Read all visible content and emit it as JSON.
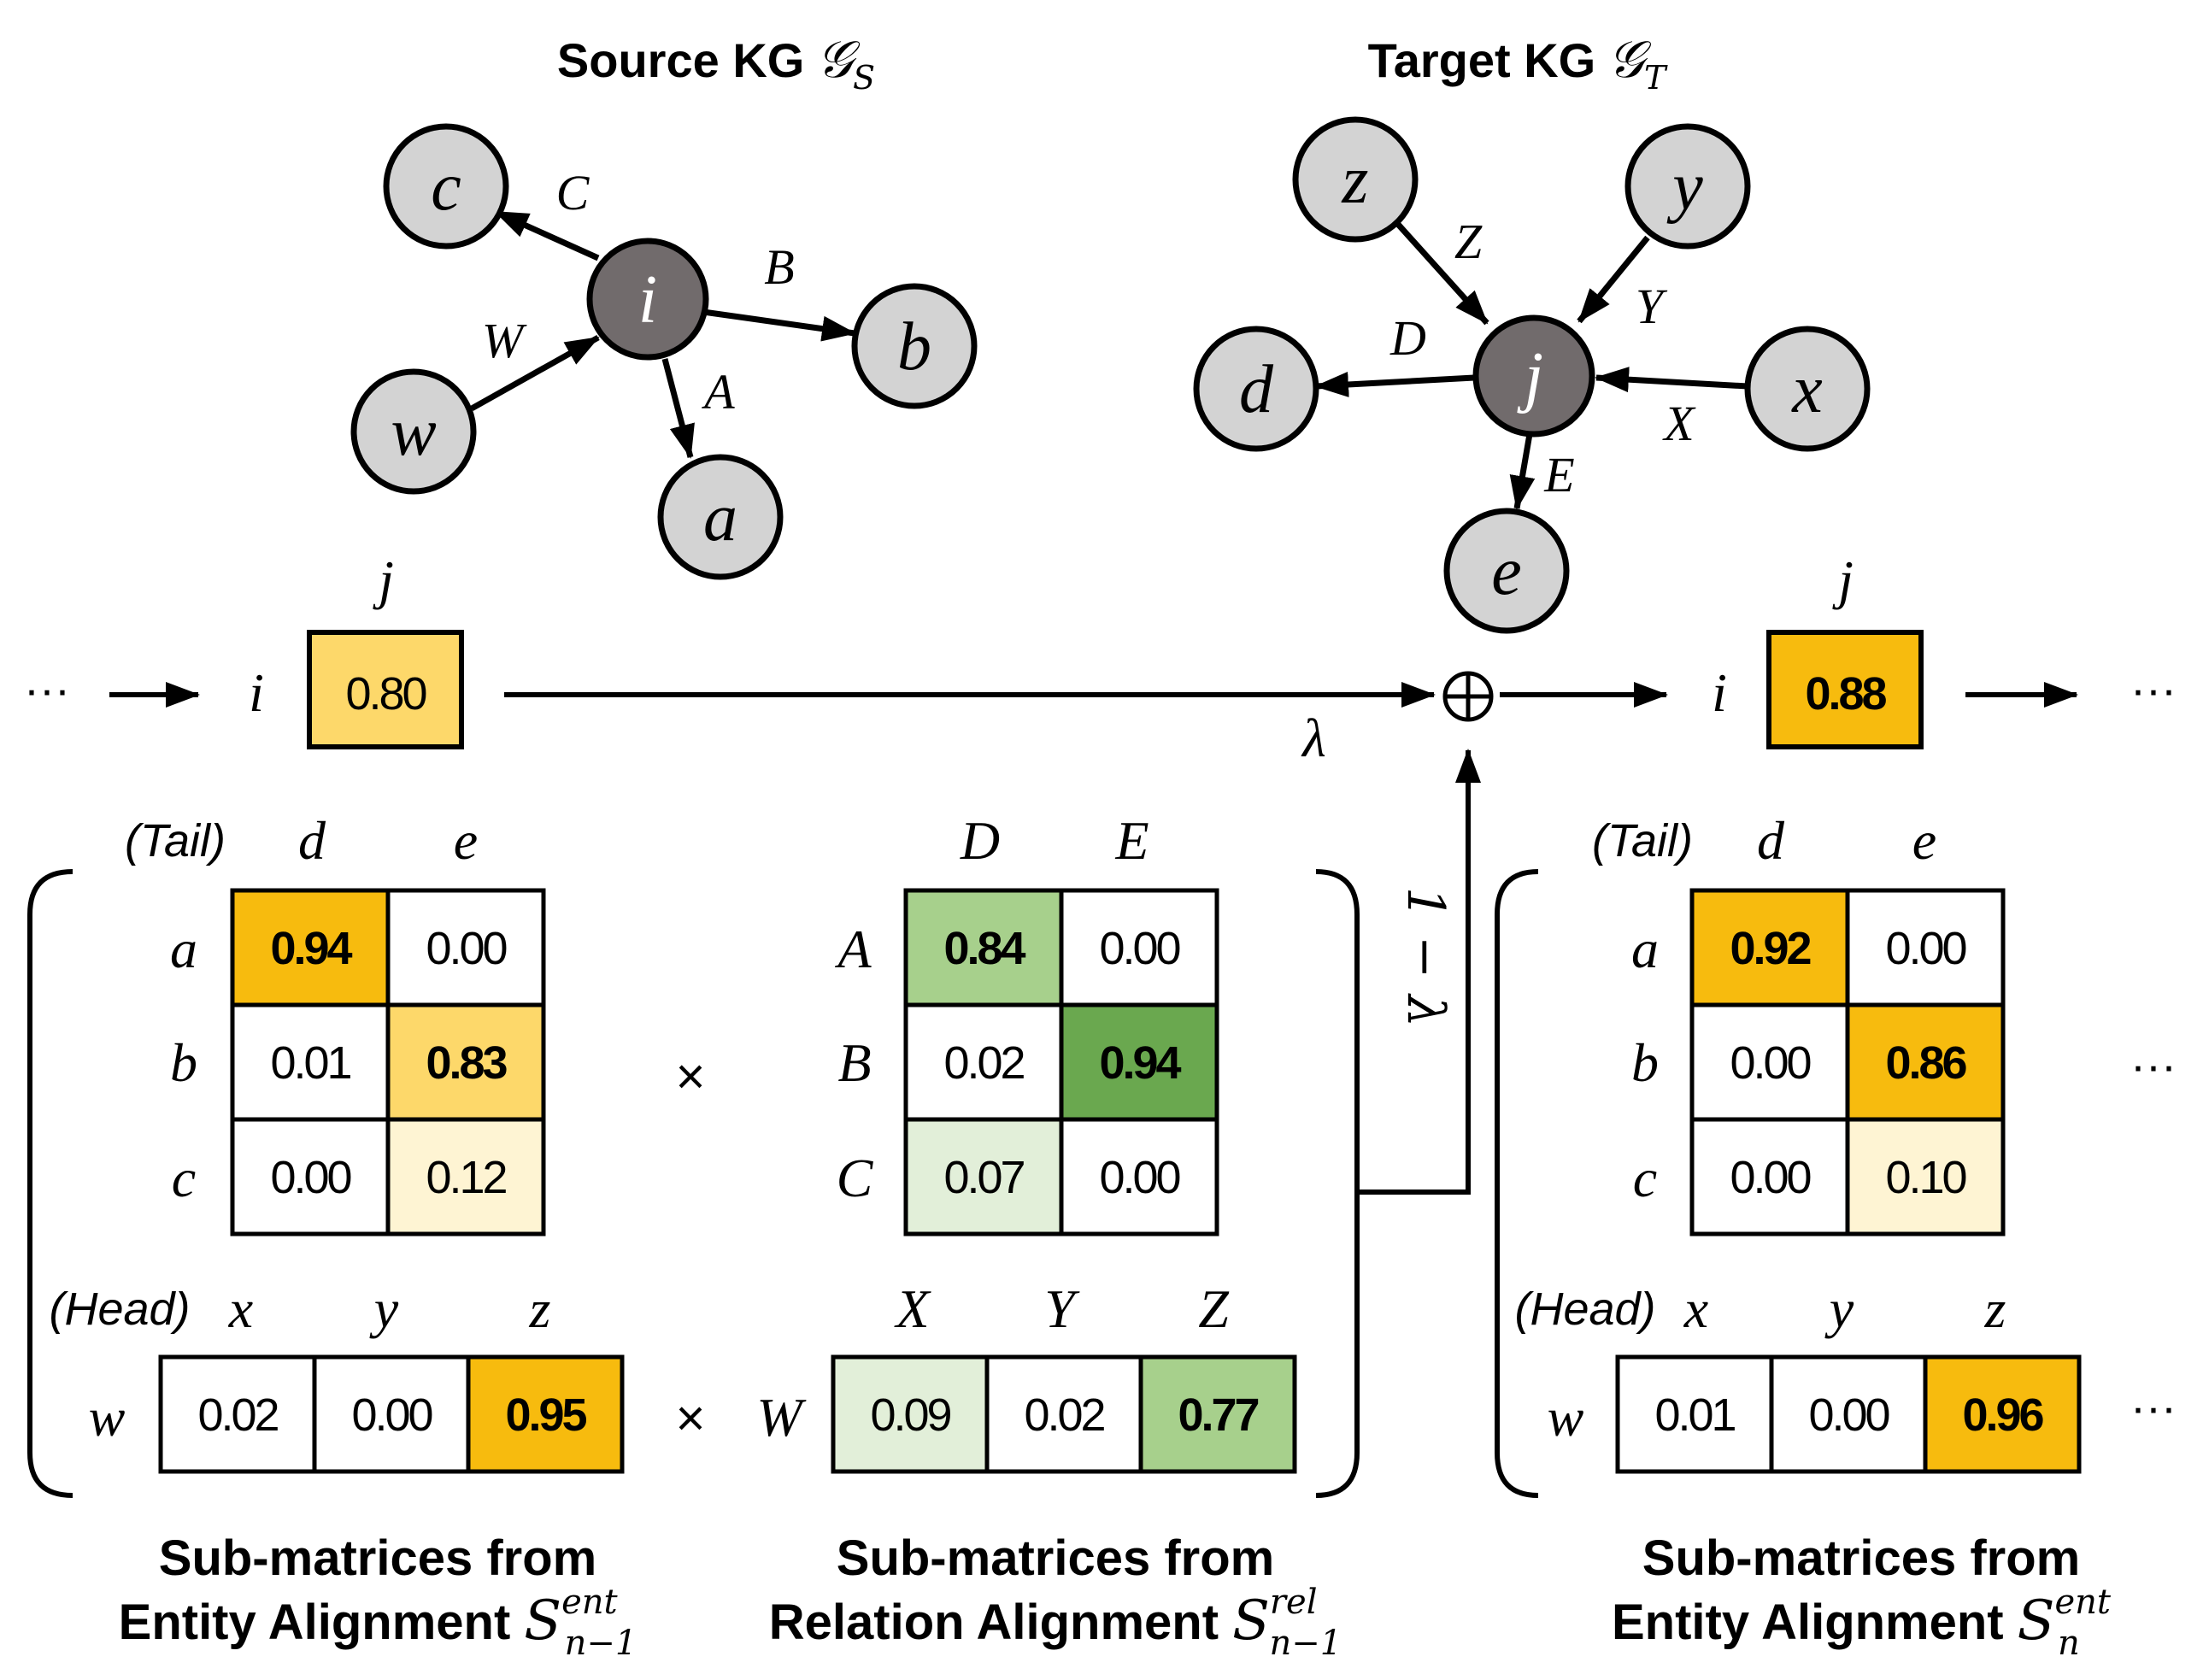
{
  "source_kg": {
    "title": "Source KG",
    "symbol": "𝒢",
    "sub": "S",
    "center": "i",
    "nodes": {
      "c": "c",
      "b": "b",
      "w": "w",
      "a": "a"
    },
    "edges": {
      "C": "C",
      "B": "B",
      "W": "W",
      "A": "A"
    }
  },
  "target_kg": {
    "title": "Target KG",
    "symbol": "𝒢",
    "sub": "T",
    "center": "j",
    "nodes": {
      "z": "z",
      "y": "y",
      "d": "d",
      "x": "x",
      "e": "e"
    },
    "edges": {
      "Z": "Z",
      "Y": "Y",
      "D": "D",
      "X": "X",
      "E": "E"
    }
  },
  "flow": {
    "ellipsis": "···",
    "left_row": "i",
    "left_col": "j",
    "left_value": "0.80",
    "lambda": "λ",
    "one_minus_lambda": "1 − λ",
    "oplus": "⊕",
    "right_row": "i",
    "right_col": "j",
    "right_value": "0.88",
    "times": "×"
  },
  "ent_prev_tail": {
    "header": "(Tail)",
    "cols": [
      "d",
      "e"
    ],
    "rows": [
      "a",
      "b",
      "c"
    ],
    "values": [
      [
        "0.94",
        "0.00"
      ],
      [
        "0.01",
        "0.83"
      ],
      [
        "0.00",
        "0.12"
      ]
    ]
  },
  "ent_prev_head": {
    "header": "(Head)",
    "cols": [
      "x",
      "y",
      "z"
    ],
    "row": "w",
    "values": [
      "0.02",
      "0.00",
      "0.95"
    ]
  },
  "rel_tail": {
    "cols": [
      "D",
      "E"
    ],
    "rows": [
      "A",
      "B",
      "C"
    ],
    "values": [
      [
        "0.84",
        "0.00"
      ],
      [
        "0.02",
        "0.94"
      ],
      [
        "0.07",
        "0.00"
      ]
    ]
  },
  "rel_head": {
    "cols": [
      "X",
      "Y",
      "Z"
    ],
    "row": "W",
    "values": [
      "0.09",
      "0.02",
      "0.77"
    ]
  },
  "ent_new_tail": {
    "header": "(Tail)",
    "cols": [
      "d",
      "e"
    ],
    "rows": [
      "a",
      "b",
      "c"
    ],
    "values": [
      [
        "0.92",
        "0.00"
      ],
      [
        "0.00",
        "0.86"
      ],
      [
        "0.00",
        "0.10"
      ]
    ]
  },
  "ent_new_head": {
    "header": "(Head)",
    "cols": [
      "x",
      "y",
      "z"
    ],
    "row": "w",
    "values": [
      "0.01",
      "0.00",
      "0.96"
    ]
  },
  "captions": {
    "ent_prev_line1": "Sub-matrices from",
    "ent_prev_line2": "Entity Alignment",
    "ent_prev_sup": "ent",
    "ent_prev_sub": "n−1",
    "rel_line1": "Sub-matrices from",
    "rel_line2": "Relation Alignment",
    "rel_sup": "rel",
    "rel_sub": "n−1",
    "ent_new_line1": "Sub-matrices from",
    "ent_new_line2": "Entity Alignment",
    "ent_new_sup": "ent",
    "ent_new_sub": "n",
    "matrix_symbol": "S"
  },
  "colors": {
    "orange_strong": "#f7bb0e",
    "orange_mid": "#fdd86a",
    "orange_light": "#fef4d3",
    "green_strong": "#6aa84f",
    "green_mid": "#a7d08c",
    "green_light": "#e2efd9",
    "node_gray": "#d3d3d3",
    "center_gray": "#716b6c"
  }
}
